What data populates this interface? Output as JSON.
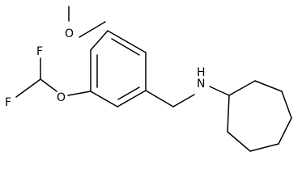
{
  "molecule": {
    "atoms": {
      "oxygen_methoxy": "O",
      "oxygen_ether": "O",
      "fluorine_top": "F",
      "fluorine_bottom": "F",
      "amine": "N",
      "amine_hydrogen": "H"
    }
  },
  "colors": {
    "bond": "#000000",
    "label": "#000000",
    "background": "#ffffff"
  }
}
